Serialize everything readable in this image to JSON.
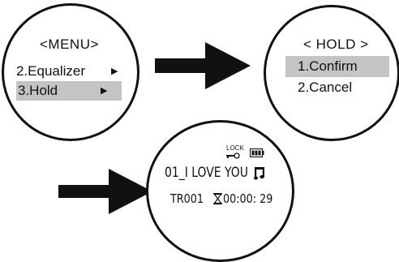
{
  "screen_menu": {
    "title": "<MENU>",
    "items": [
      {
        "label": "2.Equalizer",
        "marker": "▶"
      },
      {
        "label": "3.Hold",
        "marker": "▶"
      }
    ]
  },
  "screen_hold": {
    "title": "< HOLD >",
    "items": [
      {
        "label": "1.Confirm"
      },
      {
        "label": "2.Cancel"
      }
    ]
  },
  "screen_play": {
    "lock_label": "LOCK",
    "track_title": "01_I LOVE YOU",
    "track_number": "TR001",
    "elapsed_time": "00:00: 29"
  },
  "icons": [
    "arrow-right-icon",
    "key-icon",
    "battery-icon",
    "music-note-icon",
    "hourglass-icon"
  ]
}
